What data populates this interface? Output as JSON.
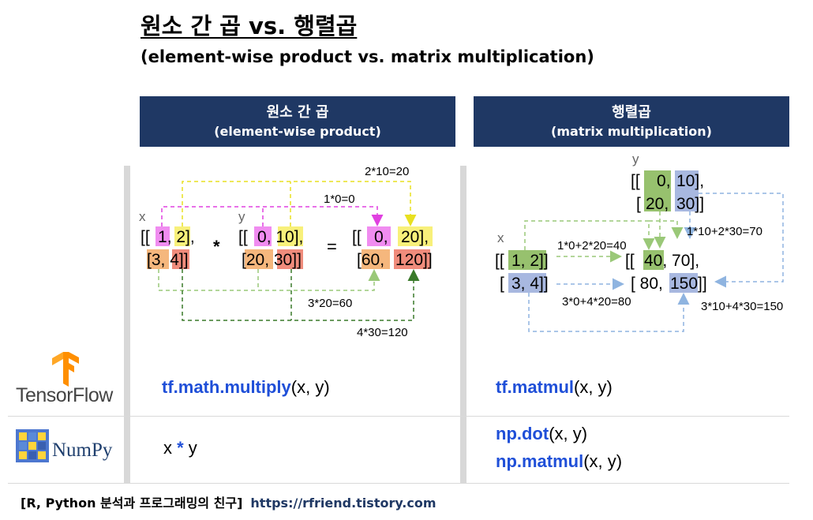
{
  "title": "원소 간 곱 vs. 행렬곱",
  "subtitle": "(element-wise product vs. matrix multiplication)",
  "left_header": {
    "ko": "원소 간 곱",
    "en": "(element-wise product)"
  },
  "right_header": {
    "ko": "행렬곱",
    "en": "(matrix multiplication)"
  },
  "elementwise": {
    "x_label": "x",
    "y_label": "y",
    "x_row1": [
      "[[",
      "1",
      ", ",
      "2",
      "],"
    ],
    "x_row2": [
      "[",
      "3",
      ", ",
      "4",
      "]]"
    ],
    "times": "*",
    "y_row1": [
      "[[",
      "0",
      ", ",
      "10",
      "],"
    ],
    "y_row2": [
      "[",
      "20",
      ", ",
      "30",
      "]]"
    ],
    "equals": "=",
    "r_row1": [
      "[[",
      "0",
      ",  ",
      "20",
      "],"
    ],
    "r_row2": [
      "[",
      "60",
      ", ",
      "120",
      "]]"
    ],
    "annotations": {
      "a": "2*10=20",
      "b": "1*0=0",
      "c": "3*20=60",
      "d": "4*30=120"
    }
  },
  "matmul": {
    "y_label": "y",
    "x_label": "x",
    "y_row1": [
      "[[",
      "0",
      ", ",
      "10",
      "],"
    ],
    "y_row2": [
      "[",
      "20",
      ", ",
      "30",
      "]]"
    ],
    "x_row1": [
      "[[",
      "1, 2",
      "]]"
    ],
    "x_row2": [
      "[",
      "3, 4",
      "]]"
    ],
    "r_row1": [
      "[[",
      "40",
      ",   70],"
    ],
    "r_row2": [
      "[ 80, ",
      "150",
      "]]"
    ],
    "annotations": {
      "a": "1*0+2*20=40",
      "b": "1*10+2*30=70",
      "c": "3*0+4*20=80",
      "d": "3*10+4*30=150"
    }
  },
  "libraries": {
    "tensorflow": {
      "name": "TensorFlow",
      "elementwise_fn": "tf.math.multiply",
      "elementwise_args": "(x, y)",
      "matmul_fn": "tf.matmul",
      "matmul_args": "(x, y)"
    },
    "numpy": {
      "name": "NumPy",
      "elementwise_x": "x ",
      "elementwise_op": "*",
      "elementwise_y": " y",
      "dot_fn": "np.dot",
      "dot_args": "(x, y)",
      "matmul_fn": "np.matmul",
      "matmul_args": "(x, y)"
    }
  },
  "footer": {
    "text": "[R, Python 분석과 프로그래밍의 친구]",
    "url": "https://rfriend.tistory.com"
  },
  "colors": {
    "header_bg": "#1f3864",
    "pink": "#f08cf0",
    "yellow": "#f8f07a",
    "orange": "#f5b77d",
    "salmon": "#f08c7c",
    "green": "#97c16e",
    "blue": "#a8b8e0",
    "dark_green": "#3a7a2a",
    "arrow_yellow": "#e8e020",
    "arrow_pink": "#e040e0",
    "arrow_green": "#9ac878",
    "arrow_blue": "#8fb4e0"
  }
}
